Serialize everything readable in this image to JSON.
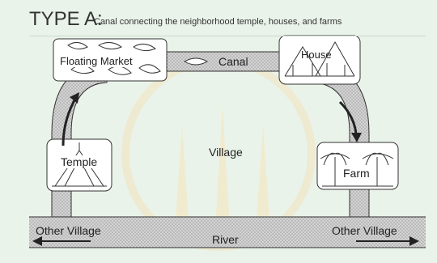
{
  "title": {
    "type_label": "TYPE A:",
    "caption": "Canal connecting the neighborhood temple, houses, and farms"
  },
  "labels": {
    "floating_market": "Floating Market",
    "canal": "Canal",
    "house": "House",
    "village": "Village",
    "temple": "Temple",
    "farm": "Farm",
    "river": "River",
    "other_village_left": "Other Village",
    "other_village_right": "Other Village"
  },
  "colors": {
    "background": "#eaf3ea",
    "watermark": "#f3e8c4",
    "waterway_fill": "#c9c9c9",
    "outline": "#333333",
    "arrow": "#222222"
  }
}
